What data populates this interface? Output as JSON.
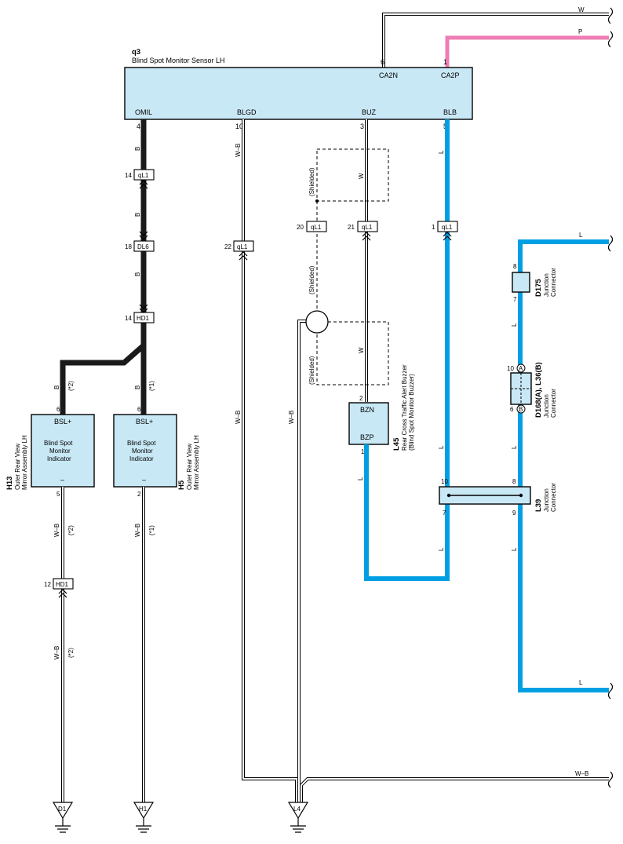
{
  "components": {
    "q3": {
      "code": "q3",
      "name": "Blind Spot Monitor Sensor LH",
      "pins": {
        "omil": "OMIL",
        "blgd": "BLGD",
        "buz": "BUZ",
        "blb": "BLB",
        "ca2n": "CA2N",
        "ca2p": "CA2P"
      },
      "pin_numbers": {
        "omil": "4",
        "blgd": "10",
        "buz": "3",
        "blb": "5",
        "ca2n": "6",
        "ca2p": "1"
      }
    },
    "h13": {
      "code": "H13",
      "name_line1": "Outer Rear View",
      "name_line2": "Mirror Assembly LH",
      "pin_top_label": "BSL+",
      "indicator_line1": "Blind Spot",
      "indicator_line2": "Monitor",
      "indicator_line3": "Indicator",
      "pin_bottom_label": "–",
      "pin_top": "6",
      "pin_bottom": "5"
    },
    "h5": {
      "code": "H5",
      "name_line1": "Outer Rear View",
      "name_line2": "Mirror Assembly LH",
      "pin_top_label": "BSL+",
      "indicator_line1": "Blind Spot",
      "indicator_line2": "Monitor",
      "indicator_line3": "Indicator",
      "pin_bottom_label": "–",
      "pin_top": "6",
      "pin_bottom": "2"
    },
    "l45": {
      "code": "L45",
      "name_line1": "Rear Cross Traffic Alert Buzzer",
      "name_line2": "(Blind Spot Monitor Buzzer)",
      "pin_top_label": "BZN",
      "pin_bottom_label": "BZP",
      "pin_top": "2",
      "pin_bottom": "1"
    },
    "d175": {
      "code": "D175",
      "name_line1": "Junction",
      "name_line2": "Connector",
      "pin_top": "8",
      "pin_bottom": "7"
    },
    "d168": {
      "code": "D168(A), L36(B)",
      "name_line1": "Junction",
      "name_line2": "Connector",
      "pin_top": "10",
      "pin_bottom": "6",
      "mark_a": "A",
      "mark_b": "B"
    },
    "l39": {
      "code": "L39",
      "name_line1": "Junction",
      "name_line2": "Connector",
      "pin_tl": "10",
      "pin_tr": "8",
      "pin_bl": "7",
      "pin_br": "9"
    }
  },
  "connectors": {
    "ql1_a": {
      "label": "qL1",
      "pin": "14"
    },
    "dl6": {
      "label": "DL6",
      "pin": "18"
    },
    "hd1_a": {
      "label": "HD1",
      "pin": "14"
    },
    "ql1_b": {
      "label": "qL1",
      "pin": "22"
    },
    "ql1_c": {
      "label": "qL1",
      "pin": "20"
    },
    "ql1_d": {
      "label": "qL1",
      "pin": "21"
    },
    "ql1_e": {
      "label": "qL1",
      "pin": "1"
    },
    "hd1_b": {
      "label": "HD1",
      "pin": "12"
    }
  },
  "grounds": {
    "d1": "D1",
    "h1": "H1",
    "l4": "L4"
  },
  "wires": {
    "b": "B",
    "l": "L",
    "w": "W",
    "wb": "W–B",
    "p": "P",
    "note1": "(*1)",
    "note2": "(*2)",
    "shielded": "(Shielded)"
  },
  "colors": {
    "blue_wire": "#009fe3",
    "pink_wire": "#ee7eb5",
    "black_wire": "#1a1a1a",
    "component_fill": "#c9e8f6"
  }
}
